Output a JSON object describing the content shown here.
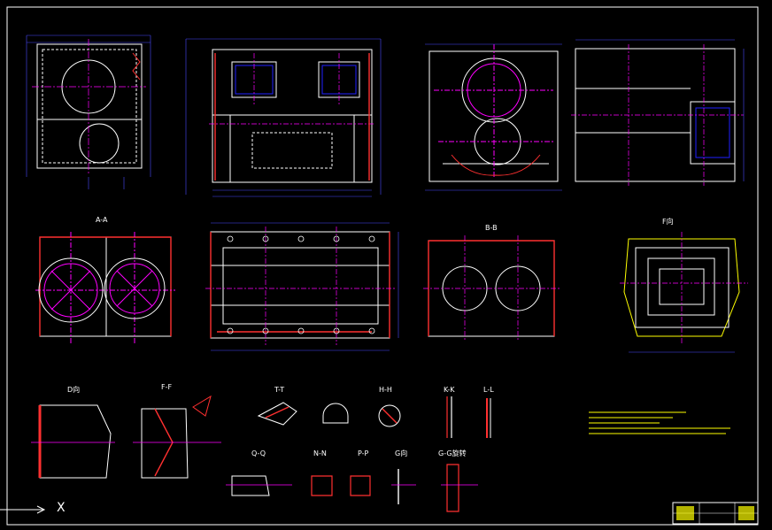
{
  "colors": {
    "background": "#000000",
    "border": "#ffffff",
    "outline": "#ffffff",
    "centerline": "#ff00ff",
    "dimension": "#4a4aff",
    "hatch": "#ff3030",
    "note": "#ffff00",
    "hidden": "#2020ff"
  },
  "views": {
    "aa": "A-A",
    "bb": "B-B",
    "f_dir": "F向",
    "d_dir": "D向",
    "ff": "F-F",
    "tt": "T-T",
    "hh": "H-H",
    "kk": "K-K",
    "ll": "L-L",
    "qq": "Q-Q",
    "nn": "N-N",
    "pp": "P-P",
    "g_dir": "G向",
    "gg_rot": "G-G旋转"
  },
  "ucs": {
    "x_label": "X"
  }
}
